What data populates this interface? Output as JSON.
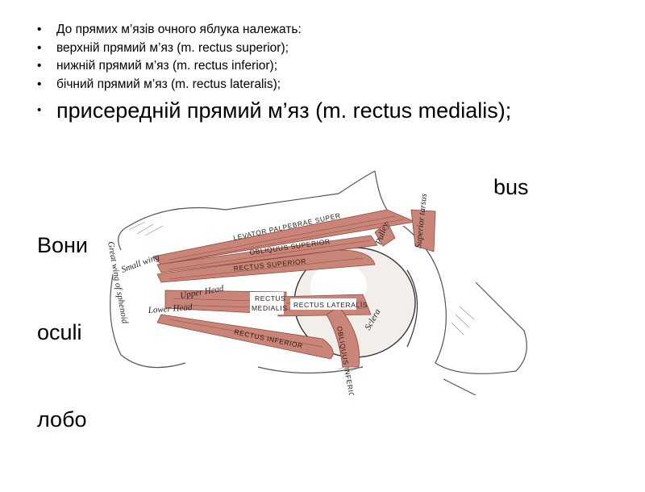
{
  "slide": {
    "bullets": [
      {
        "text": "До прямих м’язів очного яблука належать:",
        "size": "small"
      },
      {
        "text": " верхній прямий м’яз (m. rectus superior);",
        "size": "small"
      },
      {
        "text": "нижній прямий м’яз (m. rectus inferior);",
        "size": "small"
      },
      {
        "text": " бічний прямий м’яз (m. rectus lateralis);",
        "size": "small"
      },
      {
        "text": " присередній прямий м’яз (m. rectus medialis);",
        "size": "large"
      }
    ],
    "trail_lines": [
      "Вони",
      "oculi",
      "лобо"
    ],
    "trail_line_ends": [
      "bus",
      "",
      ""
    ]
  },
  "figure": {
    "muscle_labels": {
      "levator": "LEVATOR PALPEBRAE SUPER",
      "obliquus_superior": "OBLIQUUS SUPERIOR",
      "rectus_superior": "RECTUS SUPERIOR",
      "rectus": "RECTUS",
      "medialis": "MEDIALIS",
      "rectus_lateralis": "RECTUS LATERALIS",
      "rectus_inferior": "RECTUS INFERIOR",
      "obliquus_inferior": "OBLIQUUS INFERIOR",
      "sclera": "Sclera",
      "trochlea": "Pulley",
      "superior_tarsal": "Superior tarsus"
    },
    "bone_labels": {
      "small_wing": "Small wing",
      "great_wing": "Great wing of sphenoid",
      "upper_head": "Upper Head",
      "lower_head": "Lower Head"
    },
    "colors": {
      "muscle": "#c98577",
      "muscle_dark": "#8f4a3e",
      "bone_line": "#555555",
      "label_box": "#ffffff"
    }
  }
}
